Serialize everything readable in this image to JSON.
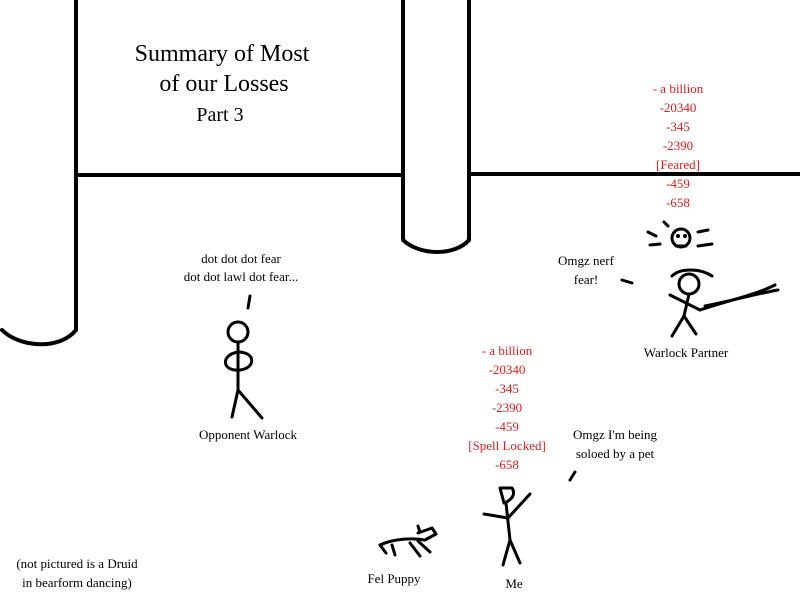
{
  "title": {
    "line1": "Summary of Most",
    "line2": "of our Losses",
    "part": "Part 3"
  },
  "partner": {
    "damage": [
      "- a billion",
      "-20340",
      "-345",
      "-2390",
      "[Feared]",
      "-459",
      "-658"
    ],
    "speech": [
      "Omgz nerf",
      "fear!"
    ],
    "label": "Warlock Partner"
  },
  "opponent": {
    "speech": [
      "dot dot dot fear",
      "dot dot lawl dot fear..."
    ],
    "label": "Opponent Warlock"
  },
  "me": {
    "damage": [
      "- a billion",
      "-20340",
      "-345",
      "-2390",
      "-459",
      "[Spell Locked]",
      "-658"
    ],
    "speech": [
      "Omgz I'm being",
      "soloed by a pet"
    ],
    "label": "Me"
  },
  "pet": {
    "label": "Fel Puppy"
  },
  "note": [
    "(not pictured is a Druid",
    "in bearform dancing)"
  ]
}
